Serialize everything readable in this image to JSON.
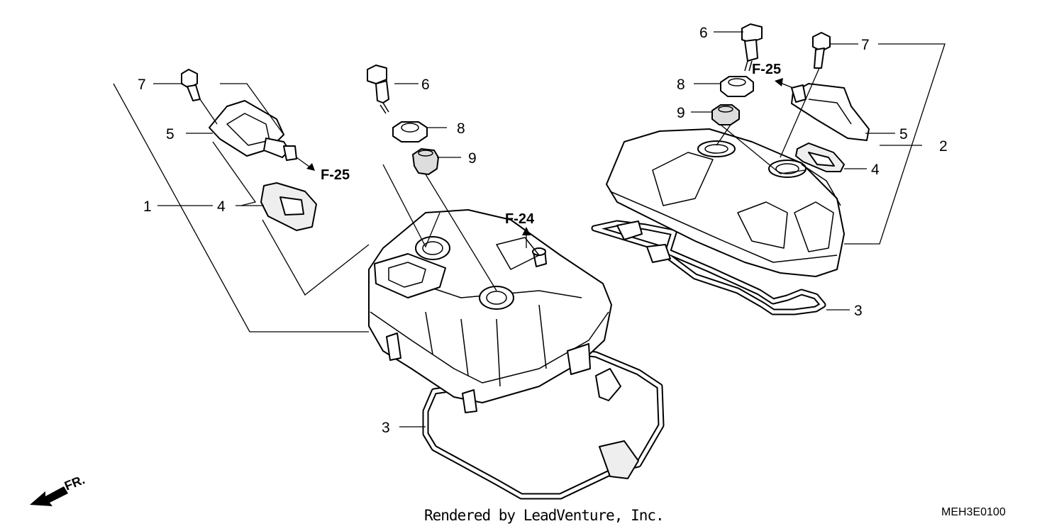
{
  "diagram": {
    "callouts": [
      "1",
      "2",
      "3",
      "4",
      "5",
      "6",
      "7",
      "8",
      "9"
    ],
    "references": [
      "F-24",
      "F-25"
    ],
    "front_label": "FR."
  },
  "footer": {
    "credit": "Rendered by LeadVenture, Inc.",
    "diagram_code": "MEH3E0100"
  }
}
